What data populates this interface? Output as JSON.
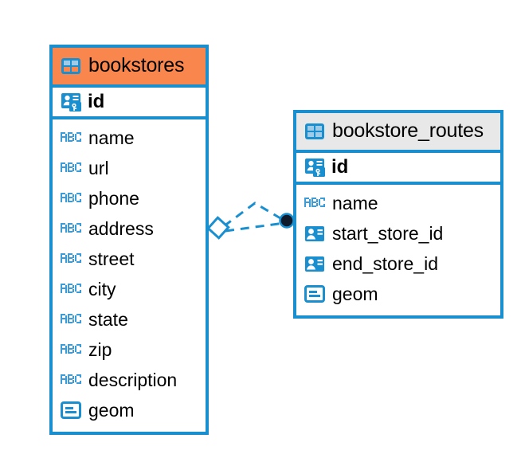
{
  "diagram": {
    "type": "entity-relationship-diagram",
    "background": "#ffffff",
    "accent_blue": "#1a8fd0",
    "accent_orange": "#f9864d",
    "accent_gray": "#e8e8e8",
    "entities": [
      {
        "name": "bookstores",
        "header_color": "#f9864d",
        "primary_key": {
          "label": "id",
          "icon": "primary-key-icon"
        },
        "fields": [
          {
            "label": "name",
            "icon": "abc-text-icon"
          },
          {
            "label": "url",
            "icon": "abc-text-icon"
          },
          {
            "label": "phone",
            "icon": "abc-text-icon"
          },
          {
            "label": "address",
            "icon": "abc-text-icon"
          },
          {
            "label": "street",
            "icon": "abc-text-icon"
          },
          {
            "label": "city",
            "icon": "abc-text-icon"
          },
          {
            "label": "state",
            "icon": "abc-text-icon"
          },
          {
            "label": "zip",
            "icon": "abc-text-icon"
          },
          {
            "label": "description",
            "icon": "abc-text-icon"
          },
          {
            "label": "geom",
            "icon": "geometry-icon"
          }
        ]
      },
      {
        "name": "bookstore_routes",
        "header_color": "#e8e8e8",
        "primary_key": {
          "label": "id",
          "icon": "primary-key-icon"
        },
        "fields": [
          {
            "label": "name",
            "icon": "abc-text-icon"
          },
          {
            "label": "start_store_id",
            "icon": "foreign-key-icon"
          },
          {
            "label": "end_store_id",
            "icon": "foreign-key-icon"
          },
          {
            "label": "geom",
            "icon": "geometry-icon"
          }
        ]
      }
    ],
    "relationship": {
      "style": "dashed",
      "color": "#1a8fd0",
      "source_endpoint": "diamond-endpoint-icon",
      "target_endpoint": "filled-circle-endpoint-icon"
    }
  }
}
